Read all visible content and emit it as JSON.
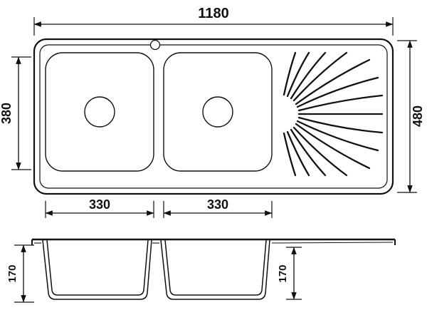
{
  "colors": {
    "ink": "#111111",
    "background": "#ffffff"
  },
  "top_view": {
    "overall_width_label": "1180",
    "bowl_depth_label": "380",
    "overall_depth_label": "480",
    "left_bowl_width_label": "330",
    "right_bowl_width_label": "330"
  },
  "side_view": {
    "left_bowl_depth_label": "170",
    "right_bowl_depth_label": "170"
  }
}
